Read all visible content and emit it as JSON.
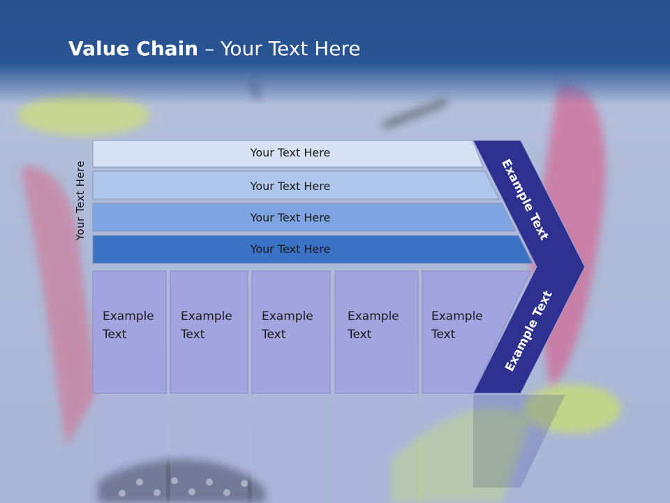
{
  "title": {
    "bold": "Value Chain",
    "rest": " – Your Text Here"
  },
  "side_label": "Your Text Here",
  "bars": [
    {
      "label": "Your Text Here",
      "color": "#d6e1f4"
    },
    {
      "label": "Your Text Here",
      "color": "#aec6ec"
    },
    {
      "label": "Your Text Here",
      "color": "#7ea5e2"
    },
    {
      "label": "Your Text Here",
      "color": "#3b72c6"
    }
  ],
  "columns": [
    {
      "line1": "Example",
      "line2": "Text"
    },
    {
      "line1": "Example",
      "line2": "Text"
    },
    {
      "line1": "Example",
      "line2": "Text"
    },
    {
      "line1": "Example",
      "line2": "Text"
    },
    {
      "line1": "Example",
      "line2": "Text"
    }
  ],
  "column_color": "#a3a3e0",
  "chevron": {
    "upper_label": "Example Text",
    "lower_label": "Example Text",
    "color": "#2e3190"
  }
}
